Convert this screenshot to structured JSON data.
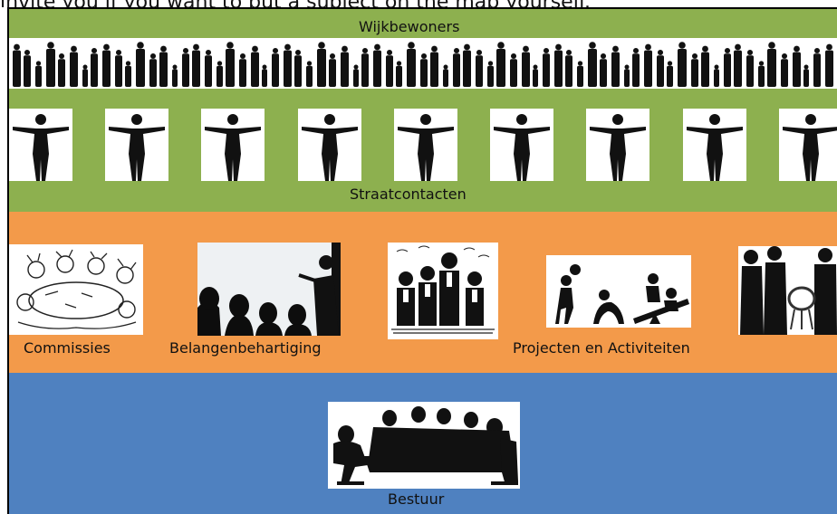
{
  "top_text": "invite you if you want to put a subject on the map yourself.",
  "layers": {
    "wijkbewoners": "Wijkbewoners",
    "straatcontacten": "Straatcontacten",
    "commissies": "Commissies",
    "belangenbehartiging": "Belangenbehartiging",
    "projecten": "Projecten en Activiteiten",
    "bestuur": "Bestuur"
  },
  "colors": {
    "green": "#8db04f",
    "orange": "#f39a4a",
    "blue": "#4f81c0"
  },
  "icons": {
    "crowd": "crowd-silhouette-icon",
    "person": "person-arms-spread-icon",
    "meeting": "meeting-sketch-icon",
    "presentation": "presentation-silhouette-icon",
    "choir": "singers-sketch-icon",
    "playing": "children-playing-icon",
    "bbq": "barbecue-group-icon",
    "board": "board-meeting-icon"
  }
}
